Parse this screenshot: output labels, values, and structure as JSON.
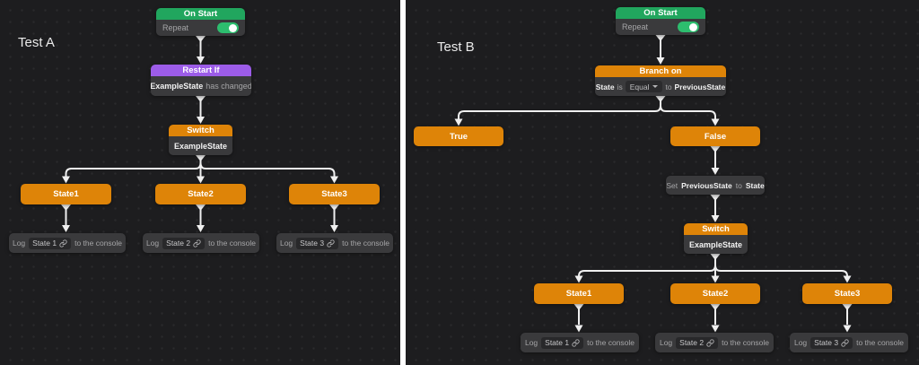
{
  "colors": {
    "green": "#21a65e",
    "orange": "#de8408",
    "purple": "#9c5ce8",
    "toggle_on": "#2dbd6e",
    "edge": "#f0f0f0"
  },
  "panel_a": {
    "label": "Test A",
    "on_start": {
      "title": "On Start",
      "repeat_label": "Repeat",
      "toggle_state": "on"
    },
    "restart_if": {
      "title": "Restart If",
      "variable": "ExampleState",
      "condition": "has changed"
    },
    "switch": {
      "title": "Switch",
      "variable": "ExampleState"
    },
    "states": [
      {
        "label": "State1"
      },
      {
        "label": "State2"
      },
      {
        "label": "State3"
      }
    ],
    "logs": [
      {
        "prefix": "Log",
        "value": "State 1",
        "suffix": "to the console"
      },
      {
        "prefix": "Log",
        "value": "State 2",
        "suffix": "to the console"
      },
      {
        "prefix": "Log",
        "value": "State 3",
        "suffix": "to the console"
      }
    ]
  },
  "panel_b": {
    "label": "Test B",
    "on_start": {
      "title": "On Start",
      "repeat_label": "Repeat",
      "toggle_state": "on"
    },
    "branch_on": {
      "title": "Branch on",
      "lhs": "State",
      "is_label": "is",
      "operator": "Equal",
      "to_label": "to",
      "rhs": "PreviousState"
    },
    "branch_true": {
      "label": "True"
    },
    "branch_false": {
      "label": "False"
    },
    "set_variable": {
      "set_label": "Set",
      "variable": "PreviousState",
      "to_label": "to",
      "value": "State"
    },
    "switch": {
      "title": "Switch",
      "variable": "ExampleState"
    },
    "states": [
      {
        "label": "State1"
      },
      {
        "label": "State2"
      },
      {
        "label": "State3"
      }
    ],
    "logs": [
      {
        "prefix": "Log",
        "value": "State 1",
        "suffix": "to the console"
      },
      {
        "prefix": "Log",
        "value": "State 2",
        "suffix": "to the console"
      },
      {
        "prefix": "Log",
        "value": "State 3",
        "suffix": "to the console"
      }
    ]
  }
}
